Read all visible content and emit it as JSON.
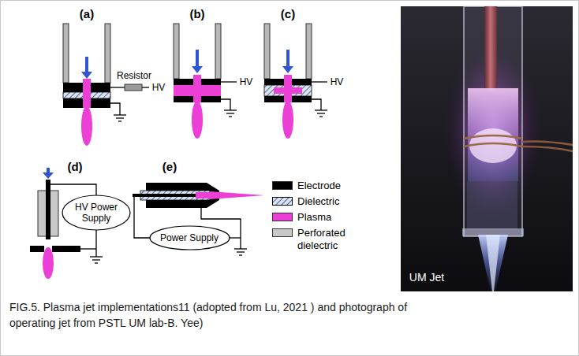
{
  "diagram": {
    "caption": "FIG.5. Plasma jet implementations11 (adopted from Lu, 2021 ) and photograph of operating jet from PSTL UM lab-B. Yee)",
    "nodes": [
      {
        "text": [
          "HV Power Supply"
        ]
      },
      {
        "text": [
          "Power Supply"
        ]
      }
    ],
    "labels": [
      "(a)",
      "(b)",
      "(c)",
      "Resistor",
      "HV",
      "HV",
      "HV",
      "(d)",
      "(e)",
      "UM Jet"
    ],
    "legend": [
      {
        "text": "Electrode",
        "color": "#000000"
      },
      {
        "text": "Dielectric"
      },
      {
        "text": "Plasma",
        "color": "#ec3fd6"
      },
      {
        "text": "Perforated dielectric",
        "color": "#c8c8c8"
      }
    ]
  }
}
